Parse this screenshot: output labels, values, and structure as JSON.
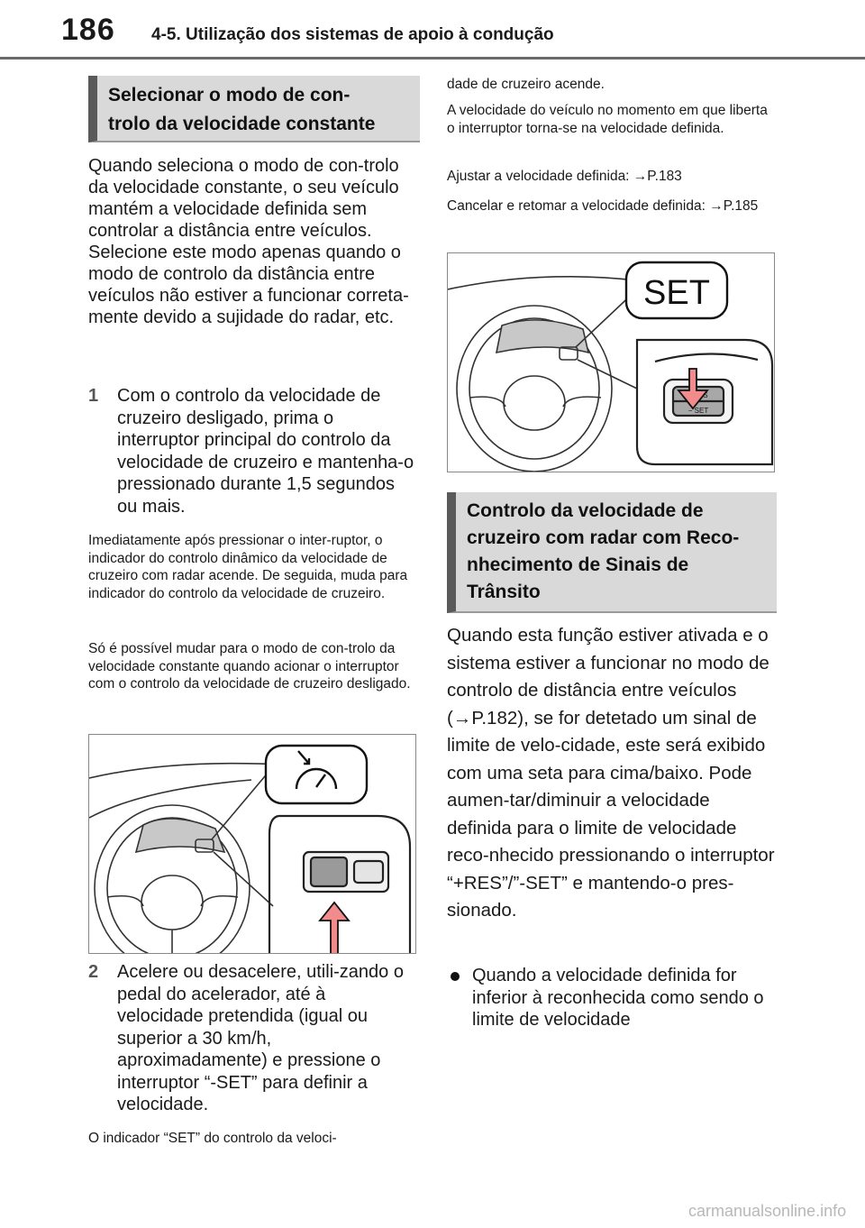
{
  "header": {
    "page_number": "186",
    "chapter": "4-5. Utilização dos sistemas de apoio à condução"
  },
  "left": {
    "section_title_1": "Selecionar o modo de con-",
    "section_title_2": "trolo da velocidade constante",
    "intro": "Quando seleciona o modo de con-trolo da velocidade constante, o seu veículo mantém a velocidade definida sem controlar a distância entre veículos. Selecione este modo apenas quando o modo de controlo da distância entre veículos não estiver a funcionar correta-mente devido a sujidade do radar, etc.",
    "step1_num": "1",
    "step1_text": "Com o controlo da velocidade de cruzeiro desligado, prima o interruptor principal do controlo da velocidade de cruzeiro e mantenha-o pressionado durante 1,5 segundos ou mais.",
    "note1": "Imediatamente após pressionar o inter-ruptor, o indicador do controlo dinâmico da velocidade de cruzeiro com radar acende. De seguida, muda para indicador do controlo da velocidade de cruzeiro.",
    "note2": "Só é possível mudar para o modo de con-trolo da velocidade constante quando acionar o interruptor com o controlo da velocidade de cruzeiro desligado.",
    "step2_num": "2",
    "step2_text": "Acelere ou desacelere, utili-zando o pedal do acelerador, até à velocidade pretendida (igual ou superior a 30 km/h, aproximadamente) e pressione o interruptor “-SET” para definir a velocidade.",
    "note3": "O indicador “SET” do controlo da veloci-"
  },
  "right": {
    "cont1": "dade de cruzeiro acende.",
    "cont2": "A velocidade do veículo no momento em que liberta o interruptor torna-se na velocidade definida.",
    "adjust": "Ajustar a velocidade definida: →P.183",
    "cancel": "Cancelar e retomar a velocidade definida: →P.185",
    "figure_set_label": "SET",
    "figure_switch_plus": "+RES",
    "figure_switch_minus": "− SET",
    "section_title_1": "Controlo da velocidade de",
    "section_title_2": "cruzeiro com radar com Reco-",
    "section_title_3": "nhecimento de Sinais de",
    "section_title_4": "Trânsito",
    "body": "Quando esta função estiver ativada e o sistema estiver a funcionar no modo de controlo de distância entre veículos (→P.182), se for detetado um sinal de limite de velo-cidade, este será exibido com uma seta para cima/baixo. Pode aumen-tar/diminuir a velocidade definida para o limite de velocidade reco-nhecido pressionando o interruptor “+RES”/”-SET” e mantendo-o pres-sionado.",
    "bullet1": "Quando a velocidade definida for inferior à reconhecida como sendo o limite de velocidade"
  },
  "watermark": "carmanualsonline.info"
}
